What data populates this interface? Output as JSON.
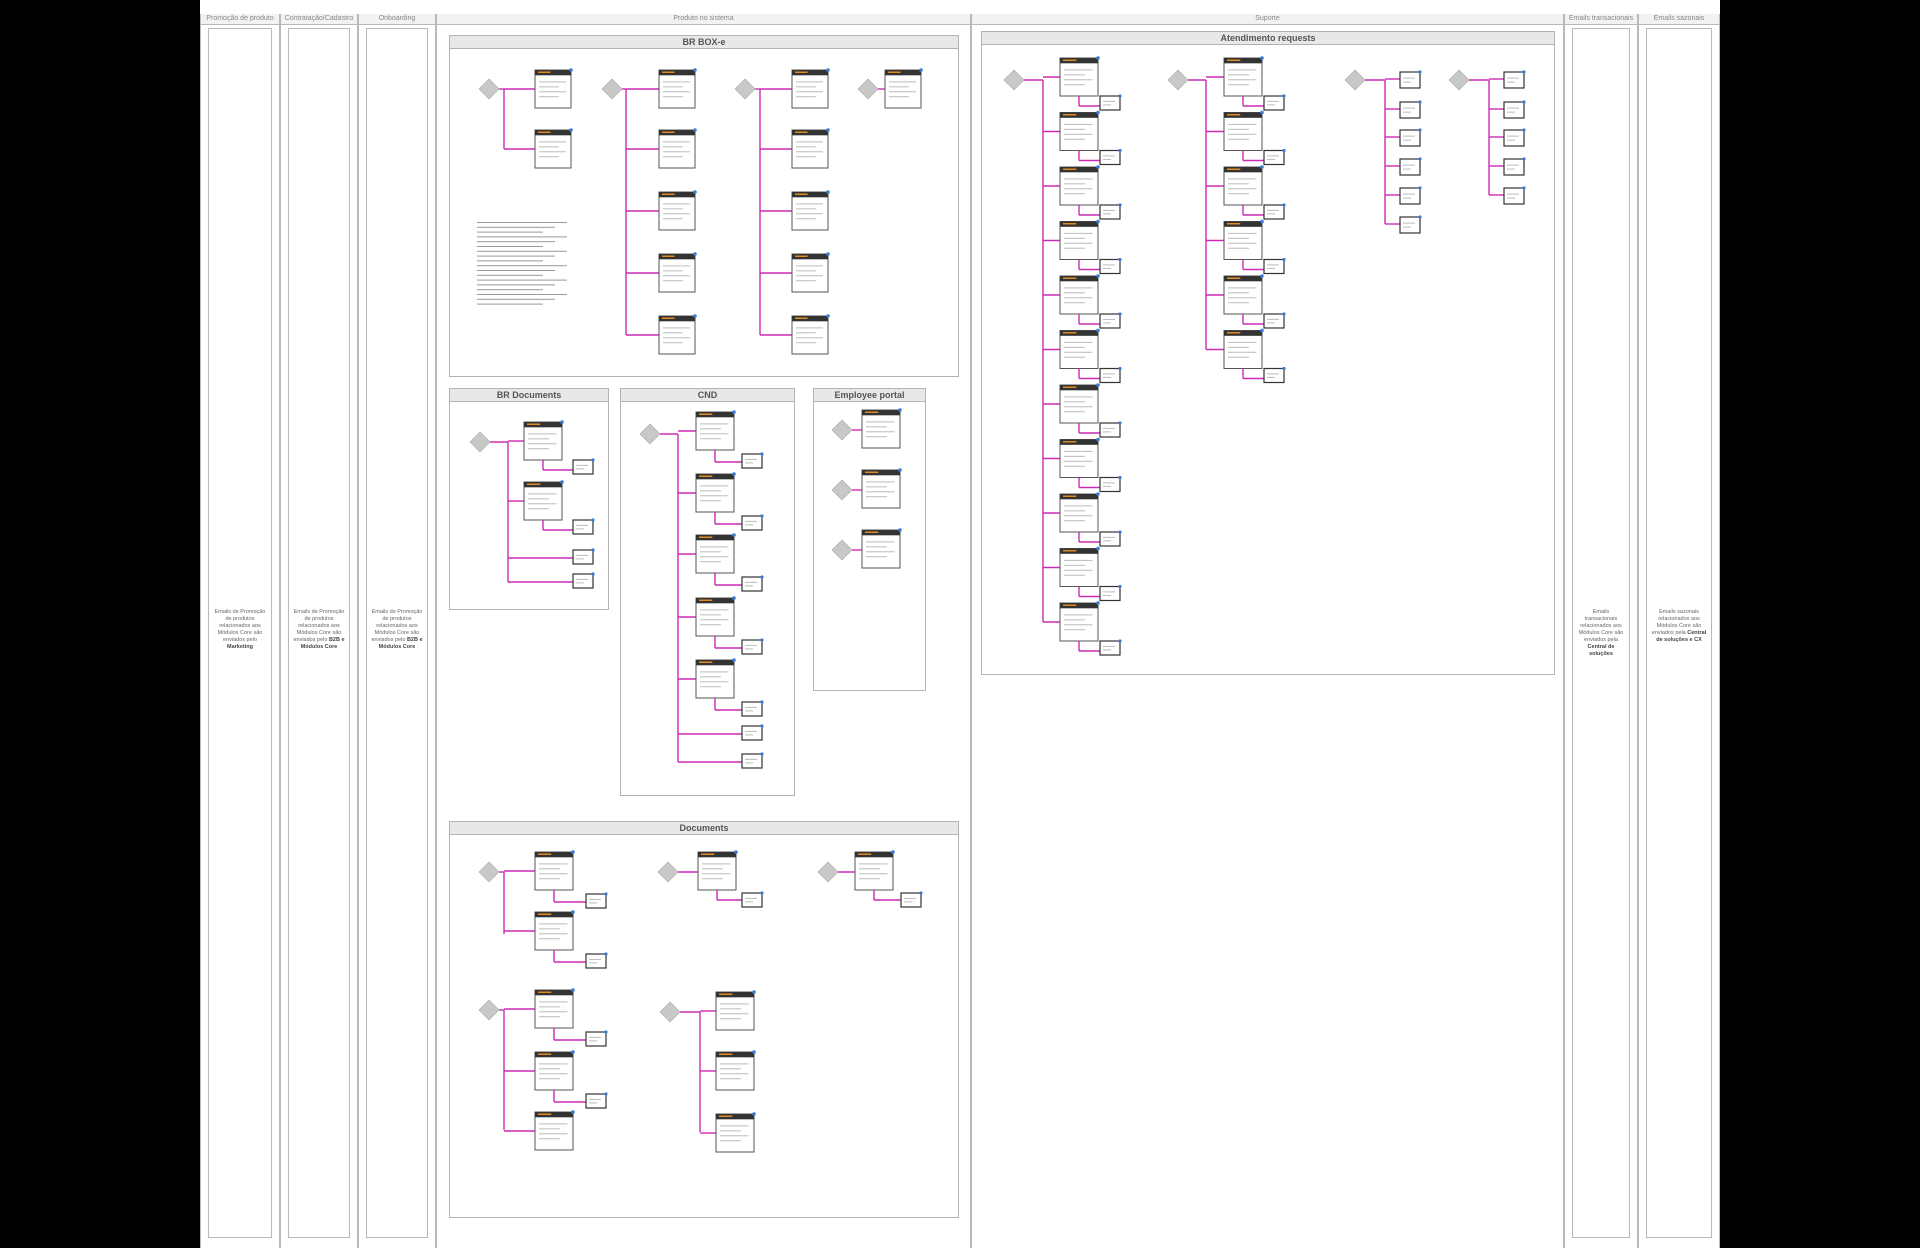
{
  "colors": {
    "connector": "#cc2bb4",
    "diamond": "#c8c8c8",
    "card_header": "#333333",
    "card_accent": "#e08a24",
    "dot": "#3a7bd5",
    "lane_border": "#b9b9b9"
  },
  "lanes": [
    {
      "id": "promocao",
      "header": "Promoção de produto",
      "note_html": "Emails de Promoção de produtos relacionados aos Módulos Core são enviados pelo <b>Marketing</b>"
    },
    {
      "id": "contratacao",
      "header": "Contratação/Cadastro",
      "note_html": "Emails de Promoção de produtos relacionados aos Módulos Core são enviados pelo <b>B2B e Módulos Core</b>"
    },
    {
      "id": "onboarding",
      "header": "Onboarding",
      "note_html": "Emails de Promoção de produtos relacionados aos Módulos Core são enviados pelo <b>B2B e Módulos Core</b>"
    },
    {
      "id": "produto",
      "header": "Produto no sistema",
      "note_html": ""
    },
    {
      "id": "suporte",
      "header": "Suporte",
      "note_html": ""
    },
    {
      "id": "email-transacional",
      "header": "Emails transacionais",
      "note_html": "Emails transacionais relacionados aos Módulos Core são enviados pela <b>Central de soluções</b>"
    },
    {
      "id": "email-sazonal",
      "header": "Emails sazonais",
      "note_html": "Emails sazonais relacionados aos Módulos Core são enviados pela <b>Central de soluções e CX</b>"
    }
  ],
  "groups": [
    {
      "id": "br-box-e",
      "title": "BR BOX-e"
    },
    {
      "id": "br-documents",
      "title": "BR Documents"
    },
    {
      "id": "cnd",
      "title": "CND"
    },
    {
      "id": "employee-portal",
      "title": "Employee portal"
    },
    {
      "id": "documents",
      "title": "Documents"
    },
    {
      "id": "atendimento-requests",
      "title": "Atendimento requests"
    }
  ]
}
